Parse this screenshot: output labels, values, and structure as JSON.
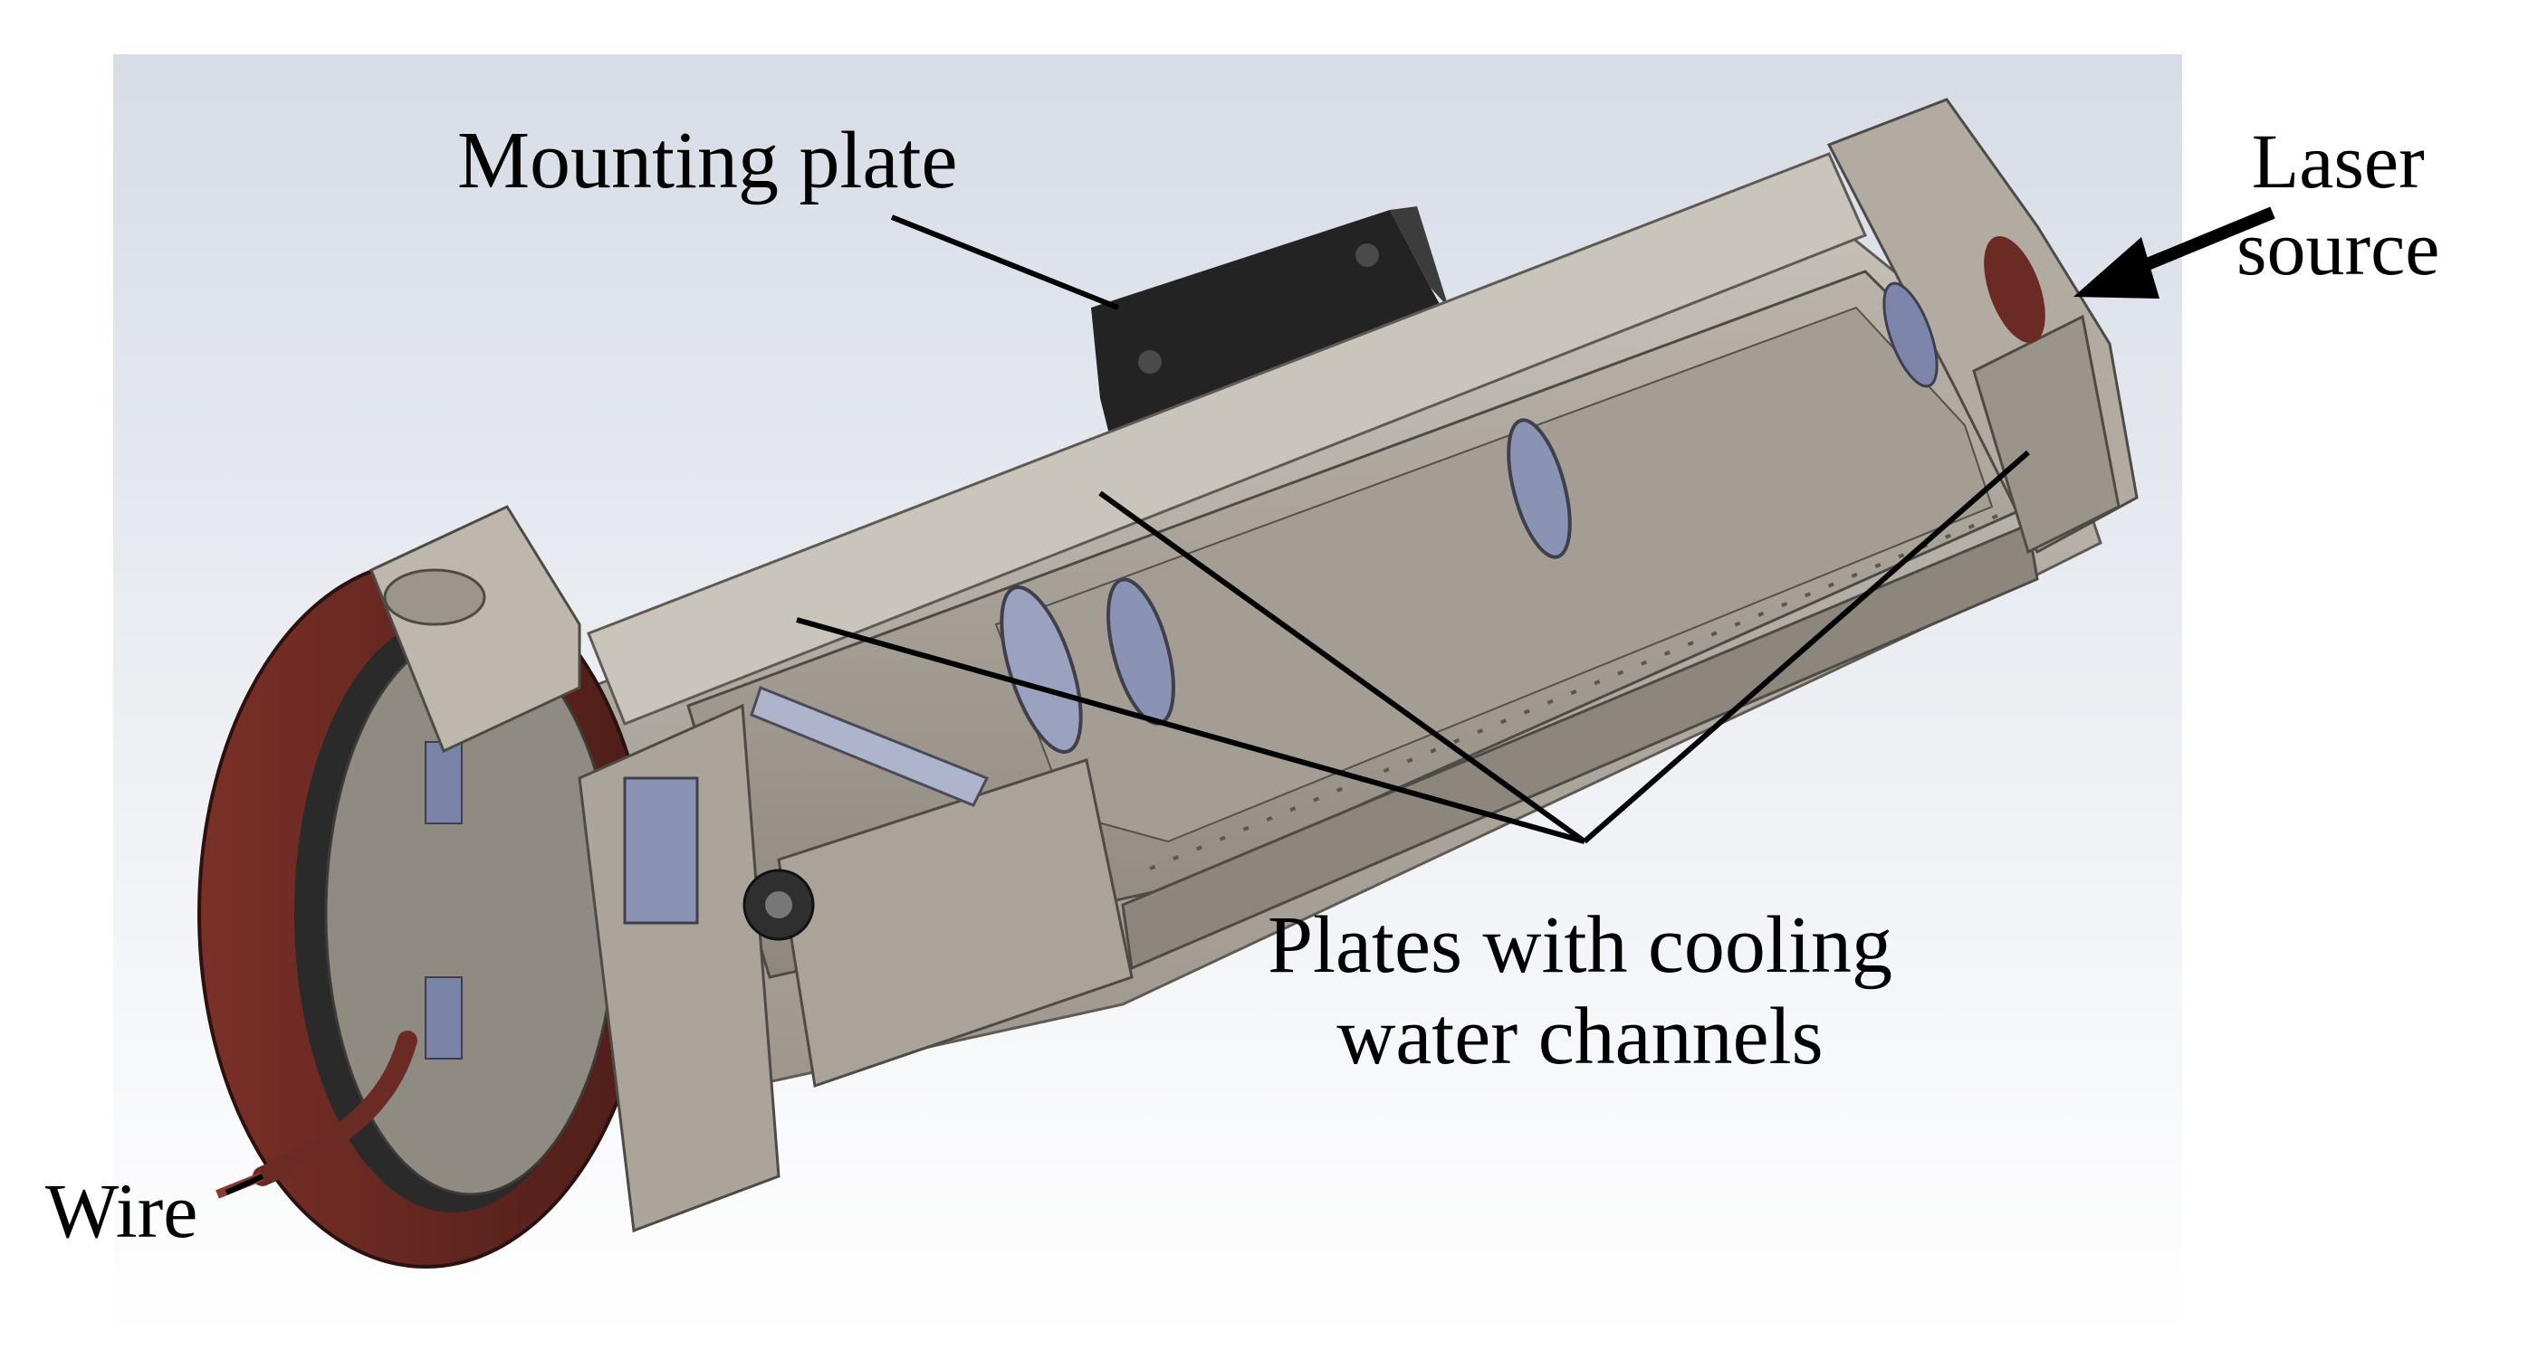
{
  "labels": {
    "mounting_plate": "Mounting plate",
    "laser_source_line1": "Laser",
    "laser_source_line2": "source",
    "plates_line1": "Plates with cooling",
    "plates_line2": "water channels",
    "wire": "Wire"
  },
  "colors": {
    "background_top": "#d7dce6",
    "background_bottom": "#ffffff",
    "body_metal": "#aaa49b",
    "body_shadow": "#6e6a64",
    "mounting_plate": "#232323",
    "ring": "#6b2a24",
    "lens_glass": "#8a93b4",
    "leader_line": "#000000"
  }
}
